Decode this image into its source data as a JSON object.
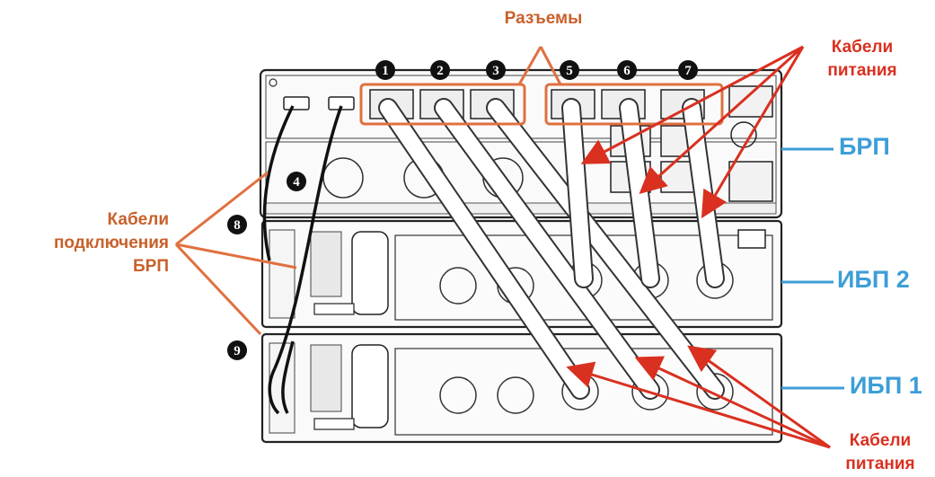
{
  "labels": {
    "connectors": "Разъемы",
    "power_cables_top_line1": "Кабели",
    "power_cables_top_line2": "питания",
    "pdu_cables_line1": "Кабели",
    "pdu_cables_line2": "подключения",
    "pdu_cables_line3": "БРП",
    "pdu": "БРП",
    "ups2": "ИБП 2",
    "ups1": "ИБП 1",
    "power_cables_bottom_line1": "Кабели",
    "power_cables_bottom_line2": "питания"
  },
  "markers": [
    "1",
    "2",
    "3",
    "5",
    "6",
    "7",
    "4",
    "8",
    "9"
  ],
  "colors": {
    "orange": "#c8602a",
    "red": "#d93020",
    "blue": "#3d9ed8",
    "line": "#222222"
  }
}
